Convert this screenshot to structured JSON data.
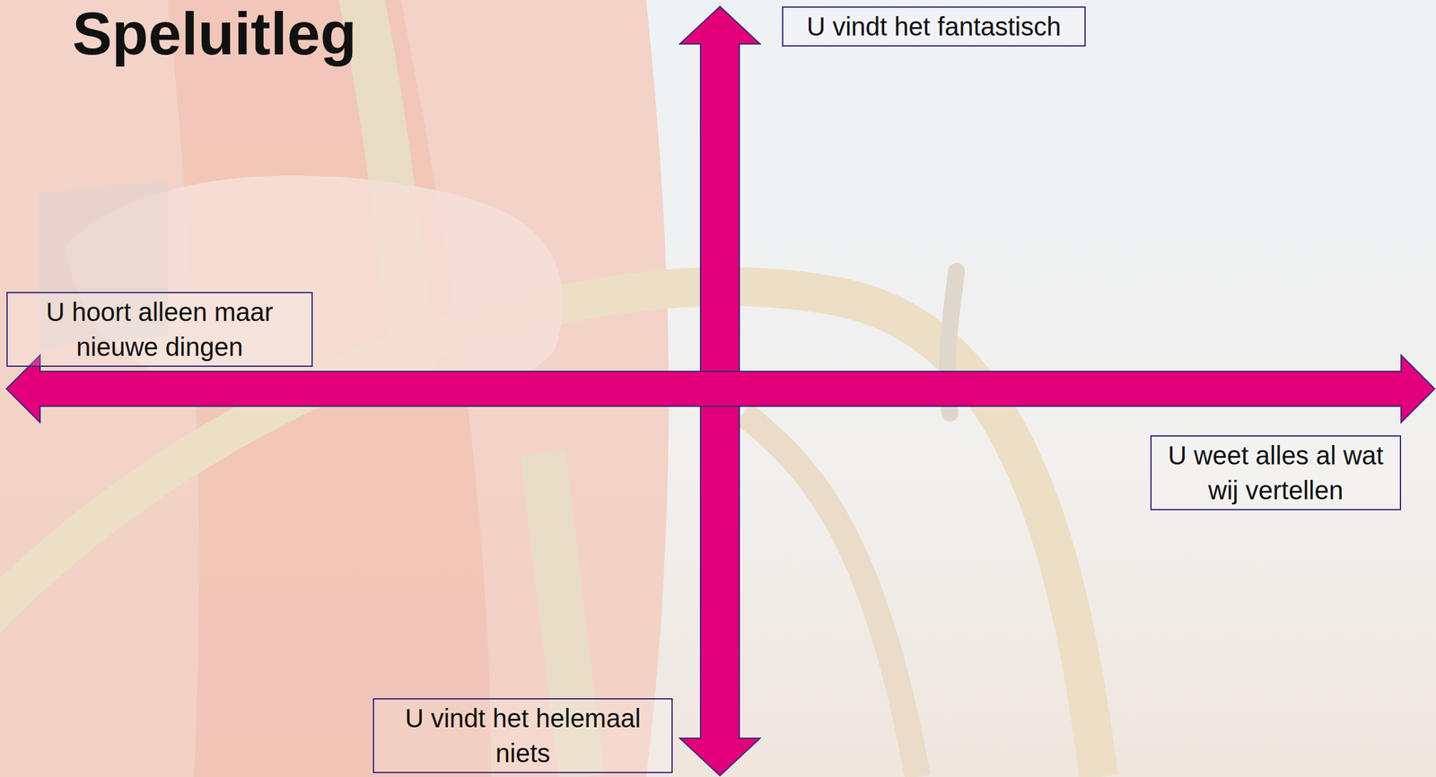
{
  "diagram": {
    "title": "Speluitleg",
    "nodes": [
      {
        "text": [
          "U vindt het fantastisch"
        ]
      },
      {
        "text": [
          "U hoort alleen maar nieuwe dingen"
        ]
      },
      {
        "text": [
          "U weet alles al wat wij vertellen"
        ]
      },
      {
        "text": [
          "U vindt het helemaal niets"
        ]
      }
    ]
  }
}
